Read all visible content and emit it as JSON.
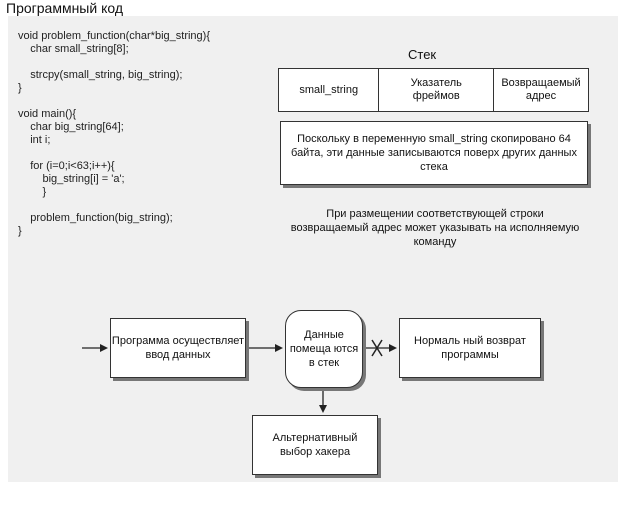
{
  "heading": "Программный код",
  "code": [
    "void problem_function(char*big_string){",
    "    char small_string[8];",
    "",
    "    strcpy(small_string, big_string);",
    "}",
    "",
    "void main(){",
    "    char big_string[64];",
    "    int i;",
    "",
    "    for (i=0;i<63;i++){",
    "        big_string[i] = 'a';",
    "        }",
    "",
    "    problem_function(big_string);",
    "}"
  ],
  "stack": {
    "title": "Стек",
    "cells": [
      "small_string",
      "Указатель фреймов",
      "Возвращаемый адрес"
    ]
  },
  "note_box": "Поскольку в переменную small_string скопировано 64 байта, эти данные записываются поверх других данных стека",
  "note_text": "При размещении соответствующей строки возвращаемый адрес может указывать на исполняемую команду",
  "flow": {
    "input": "Программа осуществляет ввод данных",
    "stack_push": "Данные помеща ются в стек",
    "normal_return": "Нормаль ный возврат программы",
    "alternative": "Альтернативный выбор хакера"
  }
}
